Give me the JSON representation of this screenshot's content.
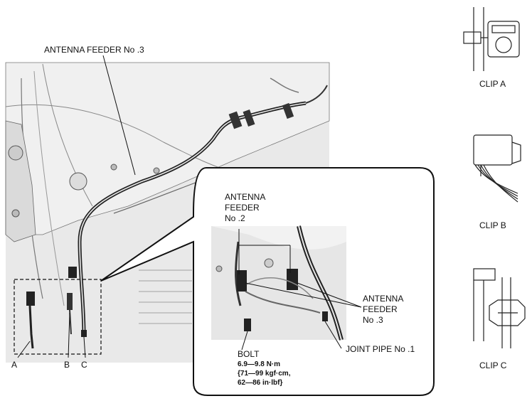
{
  "main_view": {
    "feeder3_label": "ANTENNA FEEDER No .3",
    "point_a": "A",
    "point_b": "B",
    "point_c": "C"
  },
  "detail_view": {
    "feeder2_label": "ANTENNA\nFEEDER\nNo .2",
    "feeder3_label": "ANTENNA\nFEEDER\nNo .3",
    "joint_pipe_label": "JOINT PIPE No .1",
    "bolt_label": "BOLT",
    "torque_nm": "6.9—9.8 N·m",
    "torque_kgf": "{71—99 kgf·cm,",
    "torque_inlbf": "62—86 in·lbf}"
  },
  "clips": [
    {
      "label": "CLIP A"
    },
    {
      "label": "CLIP B"
    },
    {
      "label": "CLIP C"
    }
  ]
}
